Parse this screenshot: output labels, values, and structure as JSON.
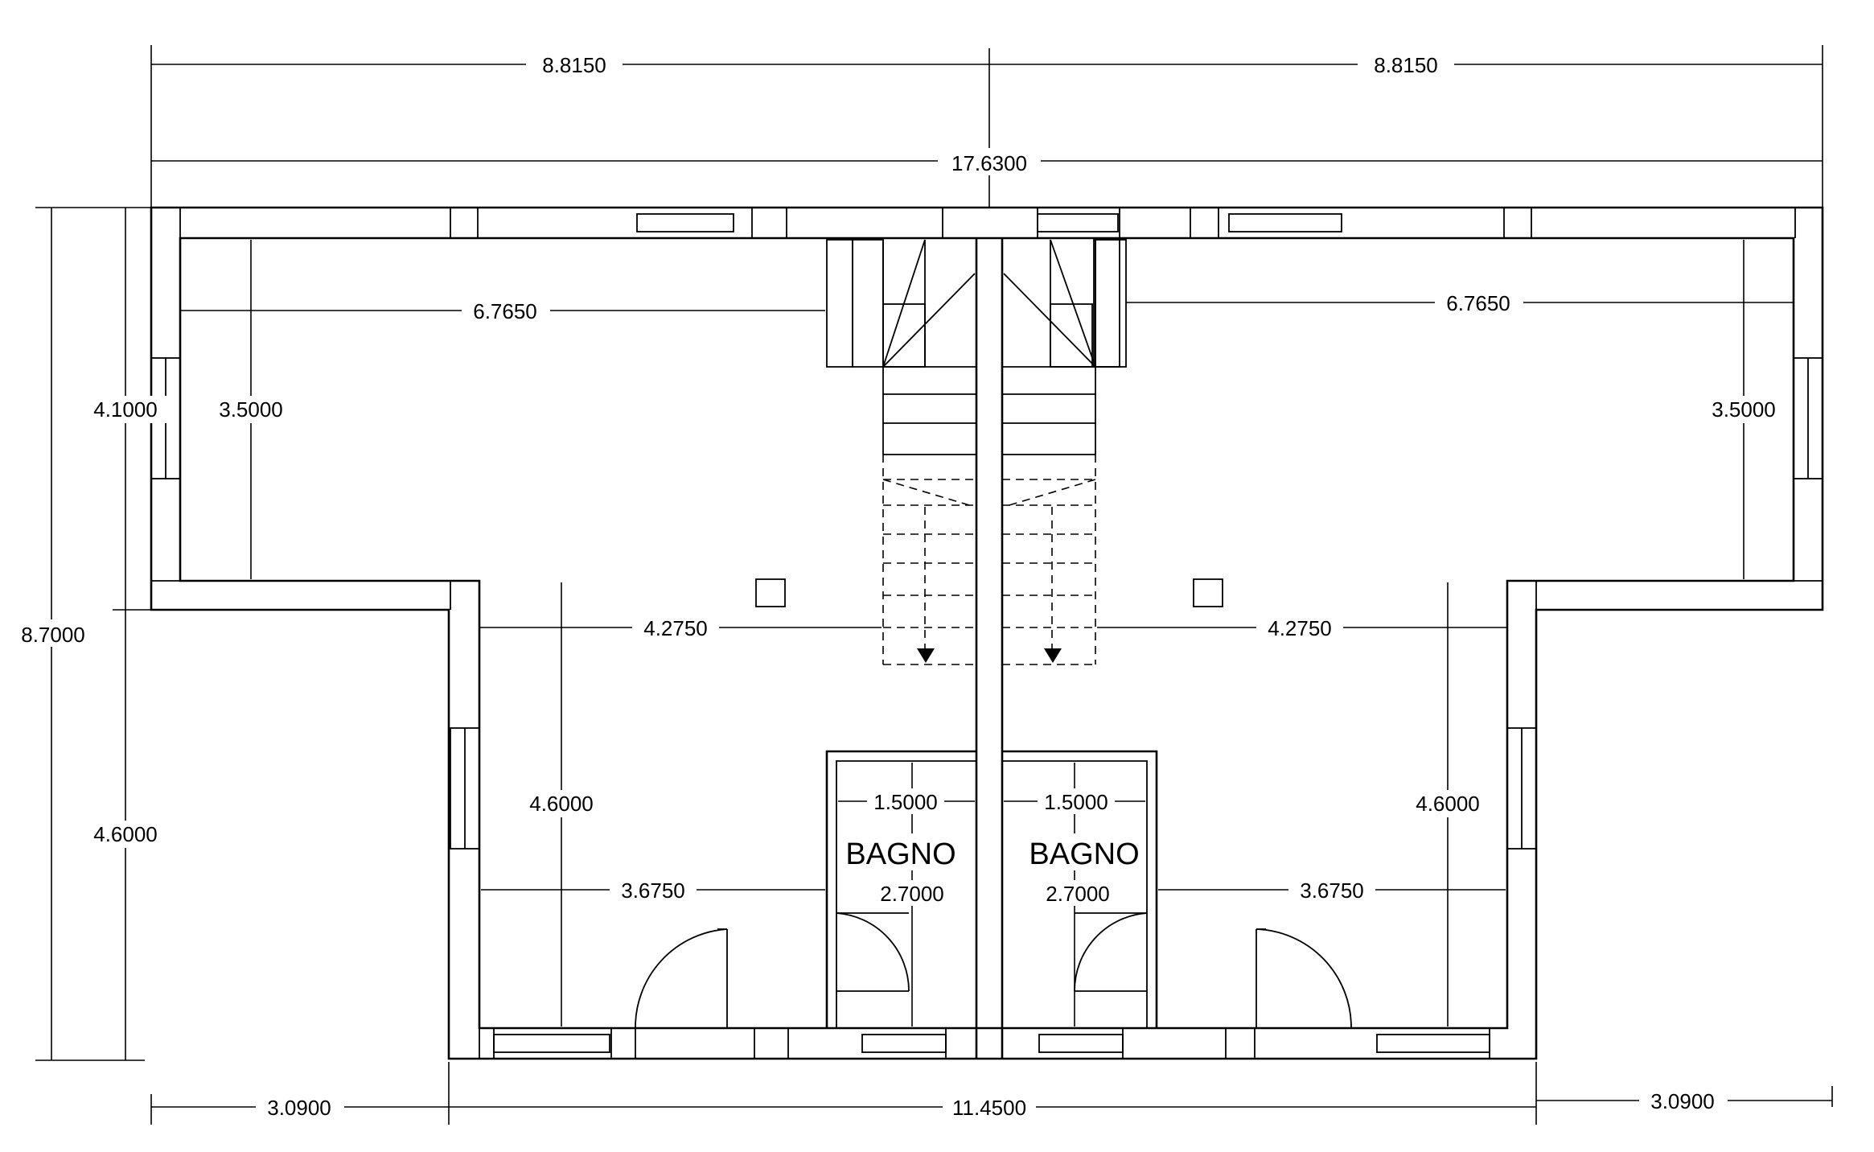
{
  "dimensions": {
    "top_left_width": "8.8150",
    "top_right_width": "8.8150",
    "total_width": "17.6300",
    "total_height": "8.7000",
    "upper_wing_height": "4.1000",
    "lower_wing_height": "4.6000",
    "left_room_width": "6.7650",
    "right_room_width": "6.7650",
    "left_room_depth": "3.5000",
    "right_room_depth": "3.5000",
    "left_mid_width": "4.2750",
    "right_mid_width": "4.2750",
    "left_lower_depth": "4.6000",
    "right_lower_depth": "4.6000",
    "left_lower_width": "3.6750",
    "right_lower_width": "3.6750",
    "left_bath_width": "1.5000",
    "right_bath_width": "1.5000",
    "left_bath_depth": "2.7000",
    "right_bath_depth": "2.7000",
    "bottom_left_offset": "3.0900",
    "bottom_center_width": "11.4500",
    "bottom_right_offset": "3.0900"
  },
  "rooms": {
    "left_bath": "BAGNO",
    "right_bath": "BAGNO"
  }
}
